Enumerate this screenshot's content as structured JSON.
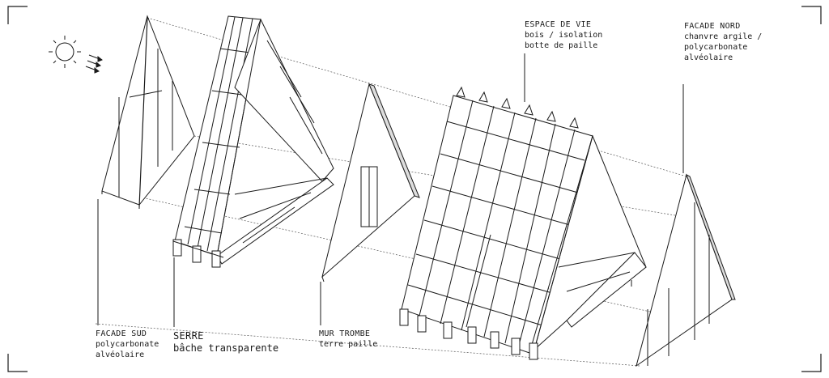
{
  "labels": {
    "facade_sud": {
      "title": "FACADE SUD",
      "lines": [
        "polycarbonate",
        "alvéolaire"
      ]
    },
    "serre": {
      "title": "SERRE",
      "lines": [
        "bâche transparente"
      ]
    },
    "mur_trombe": {
      "title": "MUR TROMBE",
      "lines": [
        "terre paille"
      ]
    },
    "espace_de_vie": {
      "title": "ESPACE DE VIE",
      "lines": [
        "bois / isolation",
        "botte de paille"
      ]
    },
    "facade_nord": {
      "title": "FACADE NORD",
      "lines": [
        "chanvre argile /",
        "polycarbonate",
        "alvéolaire"
      ]
    }
  },
  "icons": [
    "sun-icon",
    "sun-rays-arrows-icon"
  ],
  "colors": {
    "line": "#1a1a1a",
    "background": "#ffffff",
    "dashed": "#555555"
  }
}
